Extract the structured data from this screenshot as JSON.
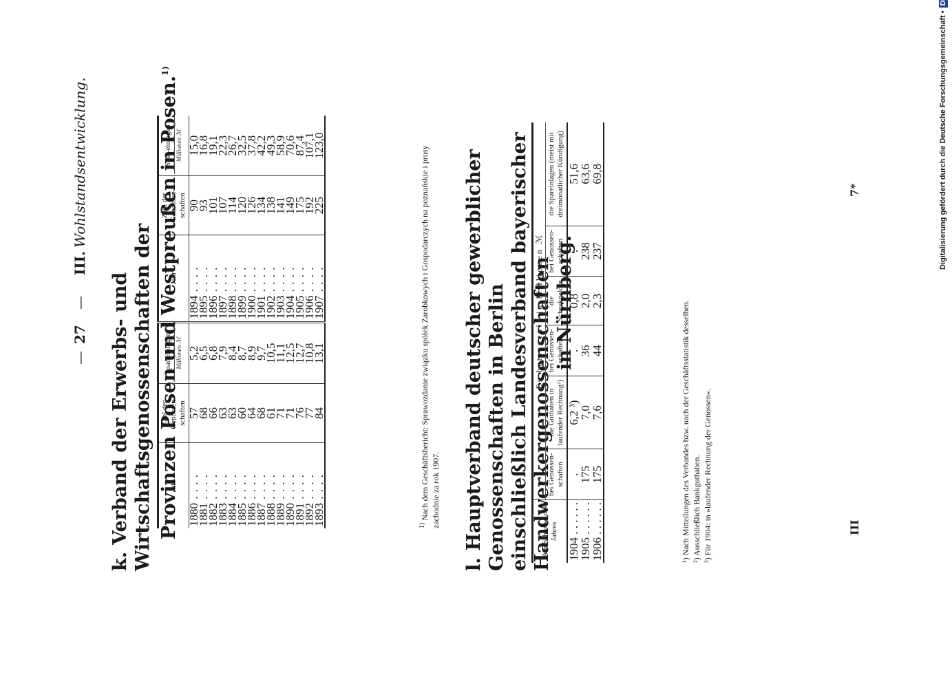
{
  "header": {
    "dash_left": "—",
    "page_number": "27",
    "dash_right": "—",
    "section": "III.",
    "running_title": "Wohlstandsentwicklung."
  },
  "section_k": {
    "letter": "k.",
    "title_line1": "Verband der Erwerbs- und Wirtschaftsgenossenschaften der",
    "title_line2": "Provinzen Posen und Westpreußen in Posen.",
    "title_sup": "1)",
    "columns": {
      "year": "Jahr",
      "count": "Zahl der Genossen-schaften",
      "savings": "Spar-einlagen",
      "unit": "Millionen ℳ"
    },
    "rows_left": [
      {
        "year": "1880",
        "count": "57",
        "savings": "5,2"
      },
      {
        "year": "1881",
        "count": "68",
        "savings": "6,5"
      },
      {
        "year": "1882",
        "count": "66",
        "savings": "6,8"
      },
      {
        "year": "1883",
        "count": "63",
        "savings": "7,9"
      },
      {
        "year": "1884",
        "count": "63",
        "savings": "8,4"
      },
      {
        "year": "1885",
        "count": "60",
        "savings": "8,7"
      },
      {
        "year": "1886",
        "count": "64",
        "savings": "8,9"
      },
      {
        "year": "1887",
        "count": "68",
        "savings": "9,7"
      },
      {
        "year": "1888",
        "count": "61",
        "savings": "10,5"
      },
      {
        "year": "1889",
        "count": "71",
        "savings": "11,1"
      },
      {
        "year": "1890",
        "count": "71",
        "savings": "12,5"
      },
      {
        "year": "1891",
        "count": "76",
        "savings": "12,7"
      },
      {
        "year": "1892",
        "count": "77",
        "savings": "10,8"
      },
      {
        "year": "1893",
        "count": "84",
        "savings": "13,1"
      }
    ],
    "rows_right": [
      {
        "year": "1894",
        "count": "90",
        "savings": "15,0"
      },
      {
        "year": "1895",
        "count": "93",
        "savings": "16,8"
      },
      {
        "year": "1896",
        "count": "101",
        "savings": "19,1"
      },
      {
        "year": "1897",
        "count": "107",
        "savings": "22,3"
      },
      {
        "year": "1898",
        "count": "114",
        "savings": "26,7"
      },
      {
        "year": "1899",
        "count": "120",
        "savings": "32,5"
      },
      {
        "year": "1900",
        "count": "126",
        "savings": "37,8"
      },
      {
        "year": "1901",
        "count": "134",
        "savings": "42,2"
      },
      {
        "year": "1902",
        "count": "138",
        "savings": "49,3"
      },
      {
        "year": "1903",
        "count": "141",
        "savings": "58,9"
      },
      {
        "year": "1904",
        "count": "149",
        "savings": "70,6"
      },
      {
        "year": "1905",
        "count": "175",
        "savings": "87,4"
      },
      {
        "year": "1906",
        "count": "192",
        "savings": "107,1"
      },
      {
        "year": "1907",
        "count": "225",
        "savings": "123,0"
      }
    ],
    "footnote_mark": "1)",
    "footnote_text": "Nach dem Geschäftsbericht: Sprawozdanie związku spółek Zarobkowych i Gospodarczych na poznańskie i prusy zachodnie za rok 1907."
  },
  "section_l": {
    "letter": "l.",
    "title_line1": "Hauptverband deutscher gewerblicher Genossenschaften in Berlin",
    "title_line2": "einschließlich Landesverband bayerischer Handwerkergenossenschaften",
    "title_line3": "in Nürnberg.",
    "group_header": "Es betrugen¹) in Millionen ℳ",
    "columns": {
      "year": "Am Schlusse des Jahres",
      "c1": "bei Genossen-schaften",
      "c2": "die Guthaben in laufender Rechnung²)",
      "c3": "bei Genossen-schaften",
      "c4": "die Scheckgelder",
      "c5": "bei Genossen-schaften",
      "c6": "die Spareinlagen (meist mit dreimonatlicher Kündigung)"
    },
    "rows": [
      {
        "year": "1904",
        "c1": ".",
        "c2": "6,2 ³)",
        "c3": ".",
        "c4": "0,8",
        "c5": ".",
        "c6": "51,6"
      },
      {
        "year": "1905",
        "c1": "175",
        "c2": "7,0",
        "c3": "36",
        "c4": "2,0",
        "c5": "238",
        "c6": "63,6"
      },
      {
        "year": "1906",
        "c1": "175",
        "c2": "7,6",
        "c3": "44",
        "c4": "2,3",
        "c5": "237",
        "c6": "69,8"
      }
    ],
    "footnotes": [
      "¹) Nach Mitteilungen des Verbandes bzw. nach der Geschäftsstatistik desselben.",
      "²) Ausschließlich Bankguthaben.",
      "³) Für 1904: in »laufender Rechnung der Genossen«."
    ]
  },
  "signature_mark": "III",
  "sheet_mark": "7*",
  "digitization_note": "Digitalisierung gefördert durch die Deutsche Forschungsgemeinschaft •",
  "dfg_logo_text": "DFG"
}
